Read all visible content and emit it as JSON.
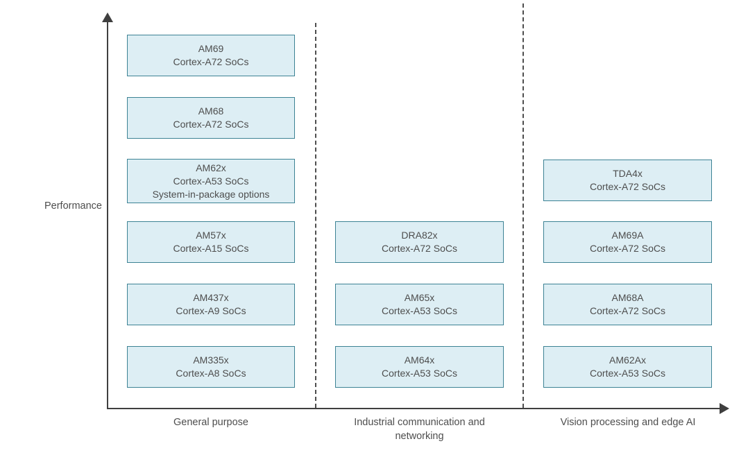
{
  "diagram": {
    "y_axis": {
      "label": "Performance"
    },
    "colors": {
      "box_fill": "#ddeef4",
      "box_border": "#3c8294",
      "axis": "#3f3f3f",
      "text": "#4d4d4d"
    },
    "columns": [
      {
        "label": "General purpose",
        "boxes": [
          {
            "name": "AM69",
            "desc": "Cortex-A72 SoCs"
          },
          {
            "name": "AM68",
            "desc": "Cortex-A72 SoCs"
          },
          {
            "name": "AM62x",
            "desc": "Cortex-A53 SoCs",
            "extra": "System-in-package options"
          },
          {
            "name": "AM57x",
            "desc": "Cortex-A15 SoCs"
          },
          {
            "name": "AM437x",
            "desc": "Cortex-A9 SoCs"
          },
          {
            "name": "AM335x",
            "desc": "Cortex-A8 SoCs"
          }
        ]
      },
      {
        "label": "Industrial communication and networking",
        "boxes": [
          {
            "name": "DRA82x",
            "desc": "Cortex-A72 SoCs"
          },
          {
            "name": "AM65x",
            "desc": "Cortex-A53 SoCs"
          },
          {
            "name": "AM64x",
            "desc": "Cortex-A53 SoCs"
          }
        ]
      },
      {
        "label": "Vision processing and edge AI",
        "boxes": [
          {
            "name": "TDA4x",
            "desc": "Cortex-A72 SoCs"
          },
          {
            "name": "AM69A",
            "desc": "Cortex-A72 SoCs"
          },
          {
            "name": "AM68A",
            "desc": "Cortex-A72 SoCs"
          },
          {
            "name": "AM62Ax",
            "desc": "Cortex-A53 SoCs"
          }
        ]
      }
    ]
  }
}
